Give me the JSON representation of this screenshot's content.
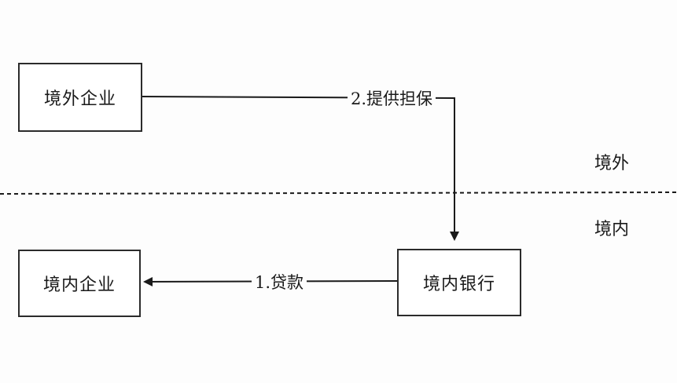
{
  "nodes": {
    "foreign_enterprise": "境外企业",
    "domestic_enterprise": "境内企业",
    "domestic_bank": "境内银行"
  },
  "edges": {
    "guarantee": "2.提供担保",
    "loan": "1.贷款"
  },
  "regions": {
    "offshore": "境外",
    "onshore": "境内"
  },
  "style": {
    "line_color": "#1a1a1a",
    "border_color": "#2b2b2b"
  }
}
